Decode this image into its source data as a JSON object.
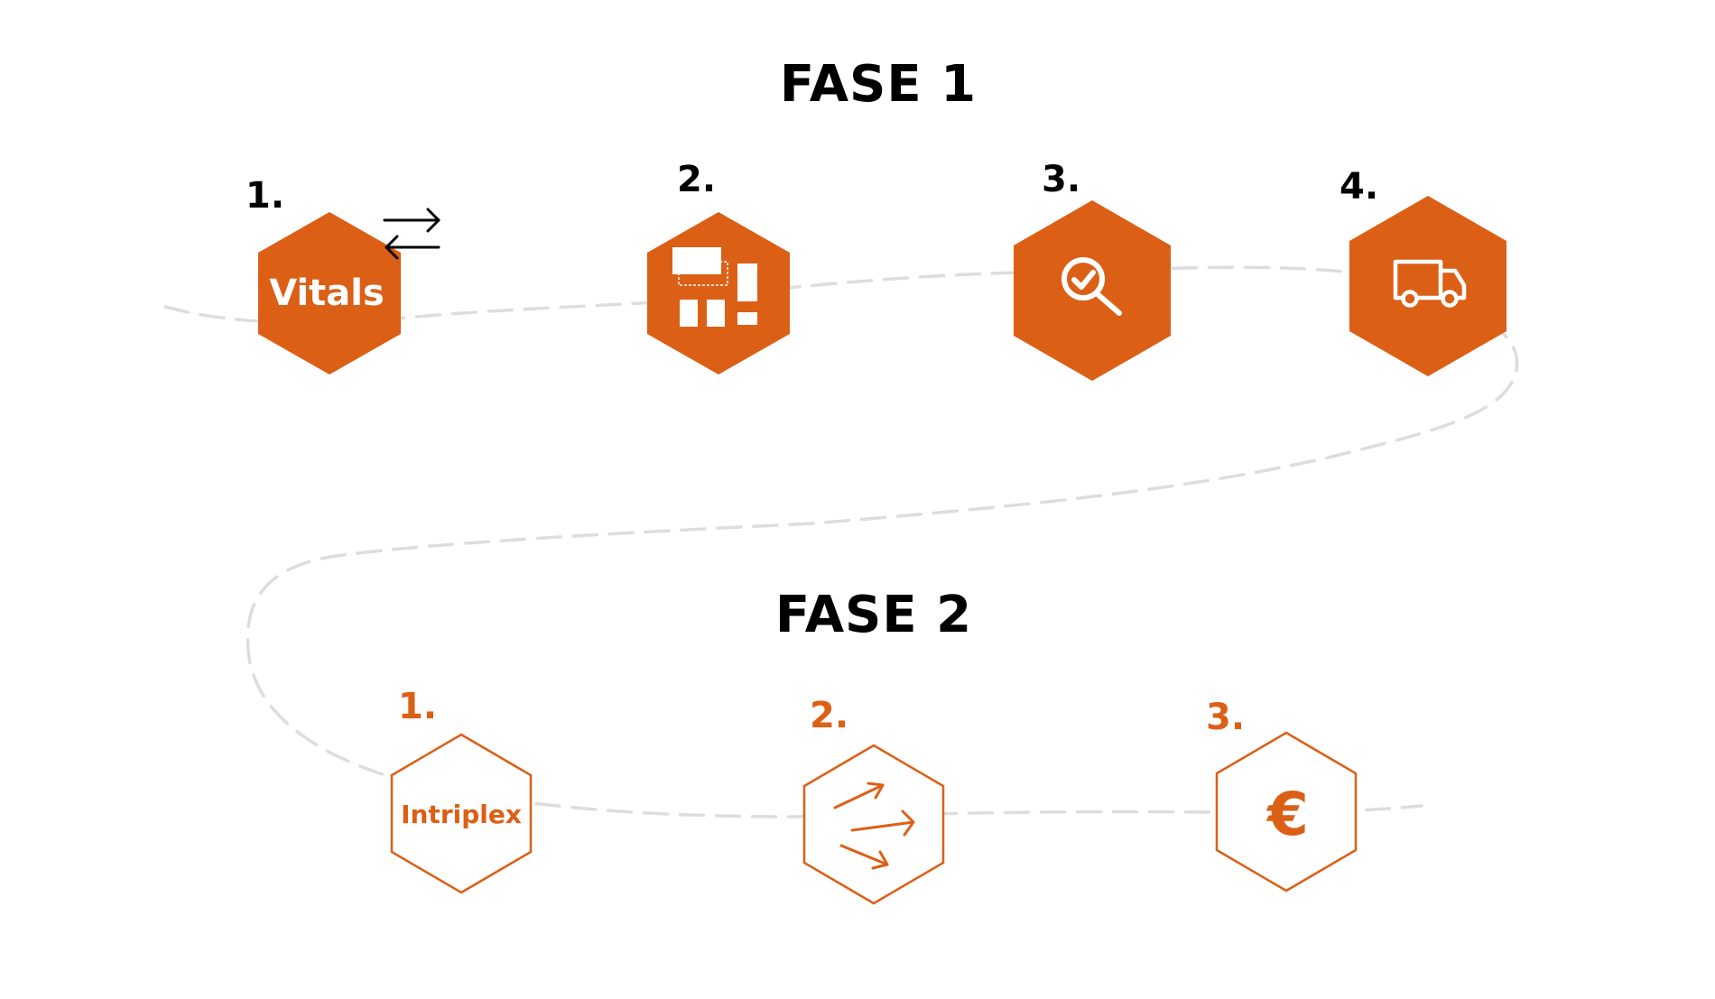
{
  "colors": {
    "accent": "#dc5f16",
    "path": "#dddddd",
    "text": "#000000",
    "background": "#ffffff"
  },
  "phase1": {
    "title": "FASE 1",
    "steps": [
      {
        "number": "1.",
        "label": "Vitals",
        "icon": "exchange-arrows-icon"
      },
      {
        "number": "2.",
        "label": "",
        "icon": "dashboard-alert-icon"
      },
      {
        "number": "3.",
        "label": "",
        "icon": "search-check-icon"
      },
      {
        "number": "4.",
        "label": "",
        "icon": "truck-icon"
      }
    ]
  },
  "phase2": {
    "title": "FASE 2",
    "steps": [
      {
        "number": "1.",
        "label": "Intriplex",
        "icon": ""
      },
      {
        "number": "2.",
        "label": "",
        "icon": "distribution-arrows-icon"
      },
      {
        "number": "3.",
        "label": "€",
        "icon": "euro-icon"
      }
    ]
  }
}
